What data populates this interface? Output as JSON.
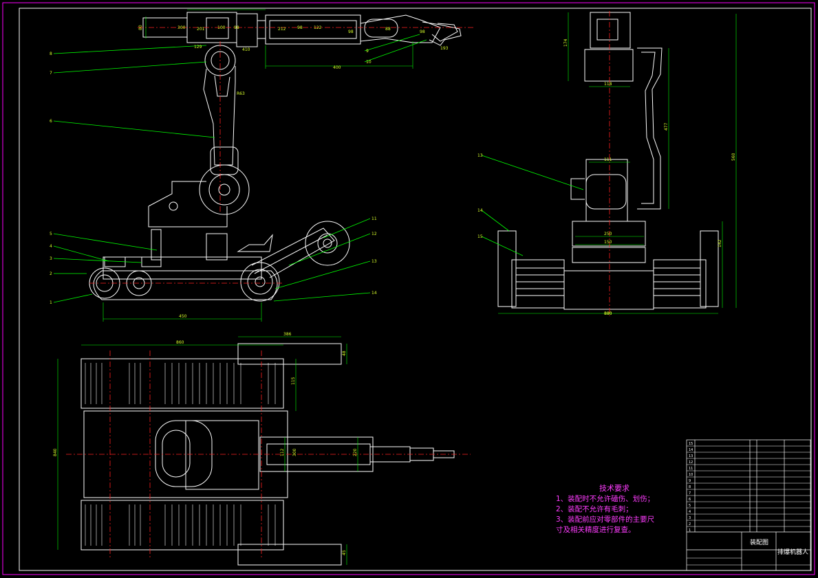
{
  "colors": {
    "background": "#000000",
    "outline": "#ffffff",
    "border": "#ff00ff",
    "dimension": "#00ff00",
    "leader": "#00ff00",
    "centerline": "#ff2020",
    "text_technical": "#ff3cff",
    "dim_text": "#d8ff2a"
  },
  "views": {
    "front": {
      "dimensions": [
        "80",
        "300",
        "400",
        "100",
        "98",
        "212",
        "98",
        "122",
        "98",
        "88",
        "129",
        "201",
        "410",
        "98",
        "193",
        "R63",
        "450"
      ],
      "part_labels": [
        "8",
        "7",
        "6",
        "5",
        "4",
        "3",
        "2",
        "1",
        "9",
        "10",
        "11",
        "12",
        "13",
        "14"
      ]
    },
    "side": {
      "dimensions": [
        "174",
        "118",
        "477",
        "111",
        "250",
        "150",
        "142",
        "560",
        "880",
        "880"
      ],
      "part_labels": [
        "13",
        "14",
        "15"
      ]
    },
    "top": {
      "dimensions": [
        "860",
        "386",
        "48",
        "115",
        "840",
        "112",
        "300",
        "220",
        "45"
      ]
    }
  },
  "technical_requirements": {
    "title": "技术要求",
    "lines": [
      "1、装配时不允许磕伤、划伤；",
      "2、装配不允许有毛刺；",
      "3、装配前应对零部件的主要尺",
      "寸及相关精度进行复查。"
    ]
  },
  "title_block": {
    "drawing_name": "装配图",
    "product_name": "排爆机器人",
    "bom_rows": [
      "15",
      "14",
      "13",
      "12",
      "11",
      "10",
      "9",
      "8",
      "7",
      "6",
      "5",
      "4",
      "3",
      "2",
      "1"
    ]
  }
}
